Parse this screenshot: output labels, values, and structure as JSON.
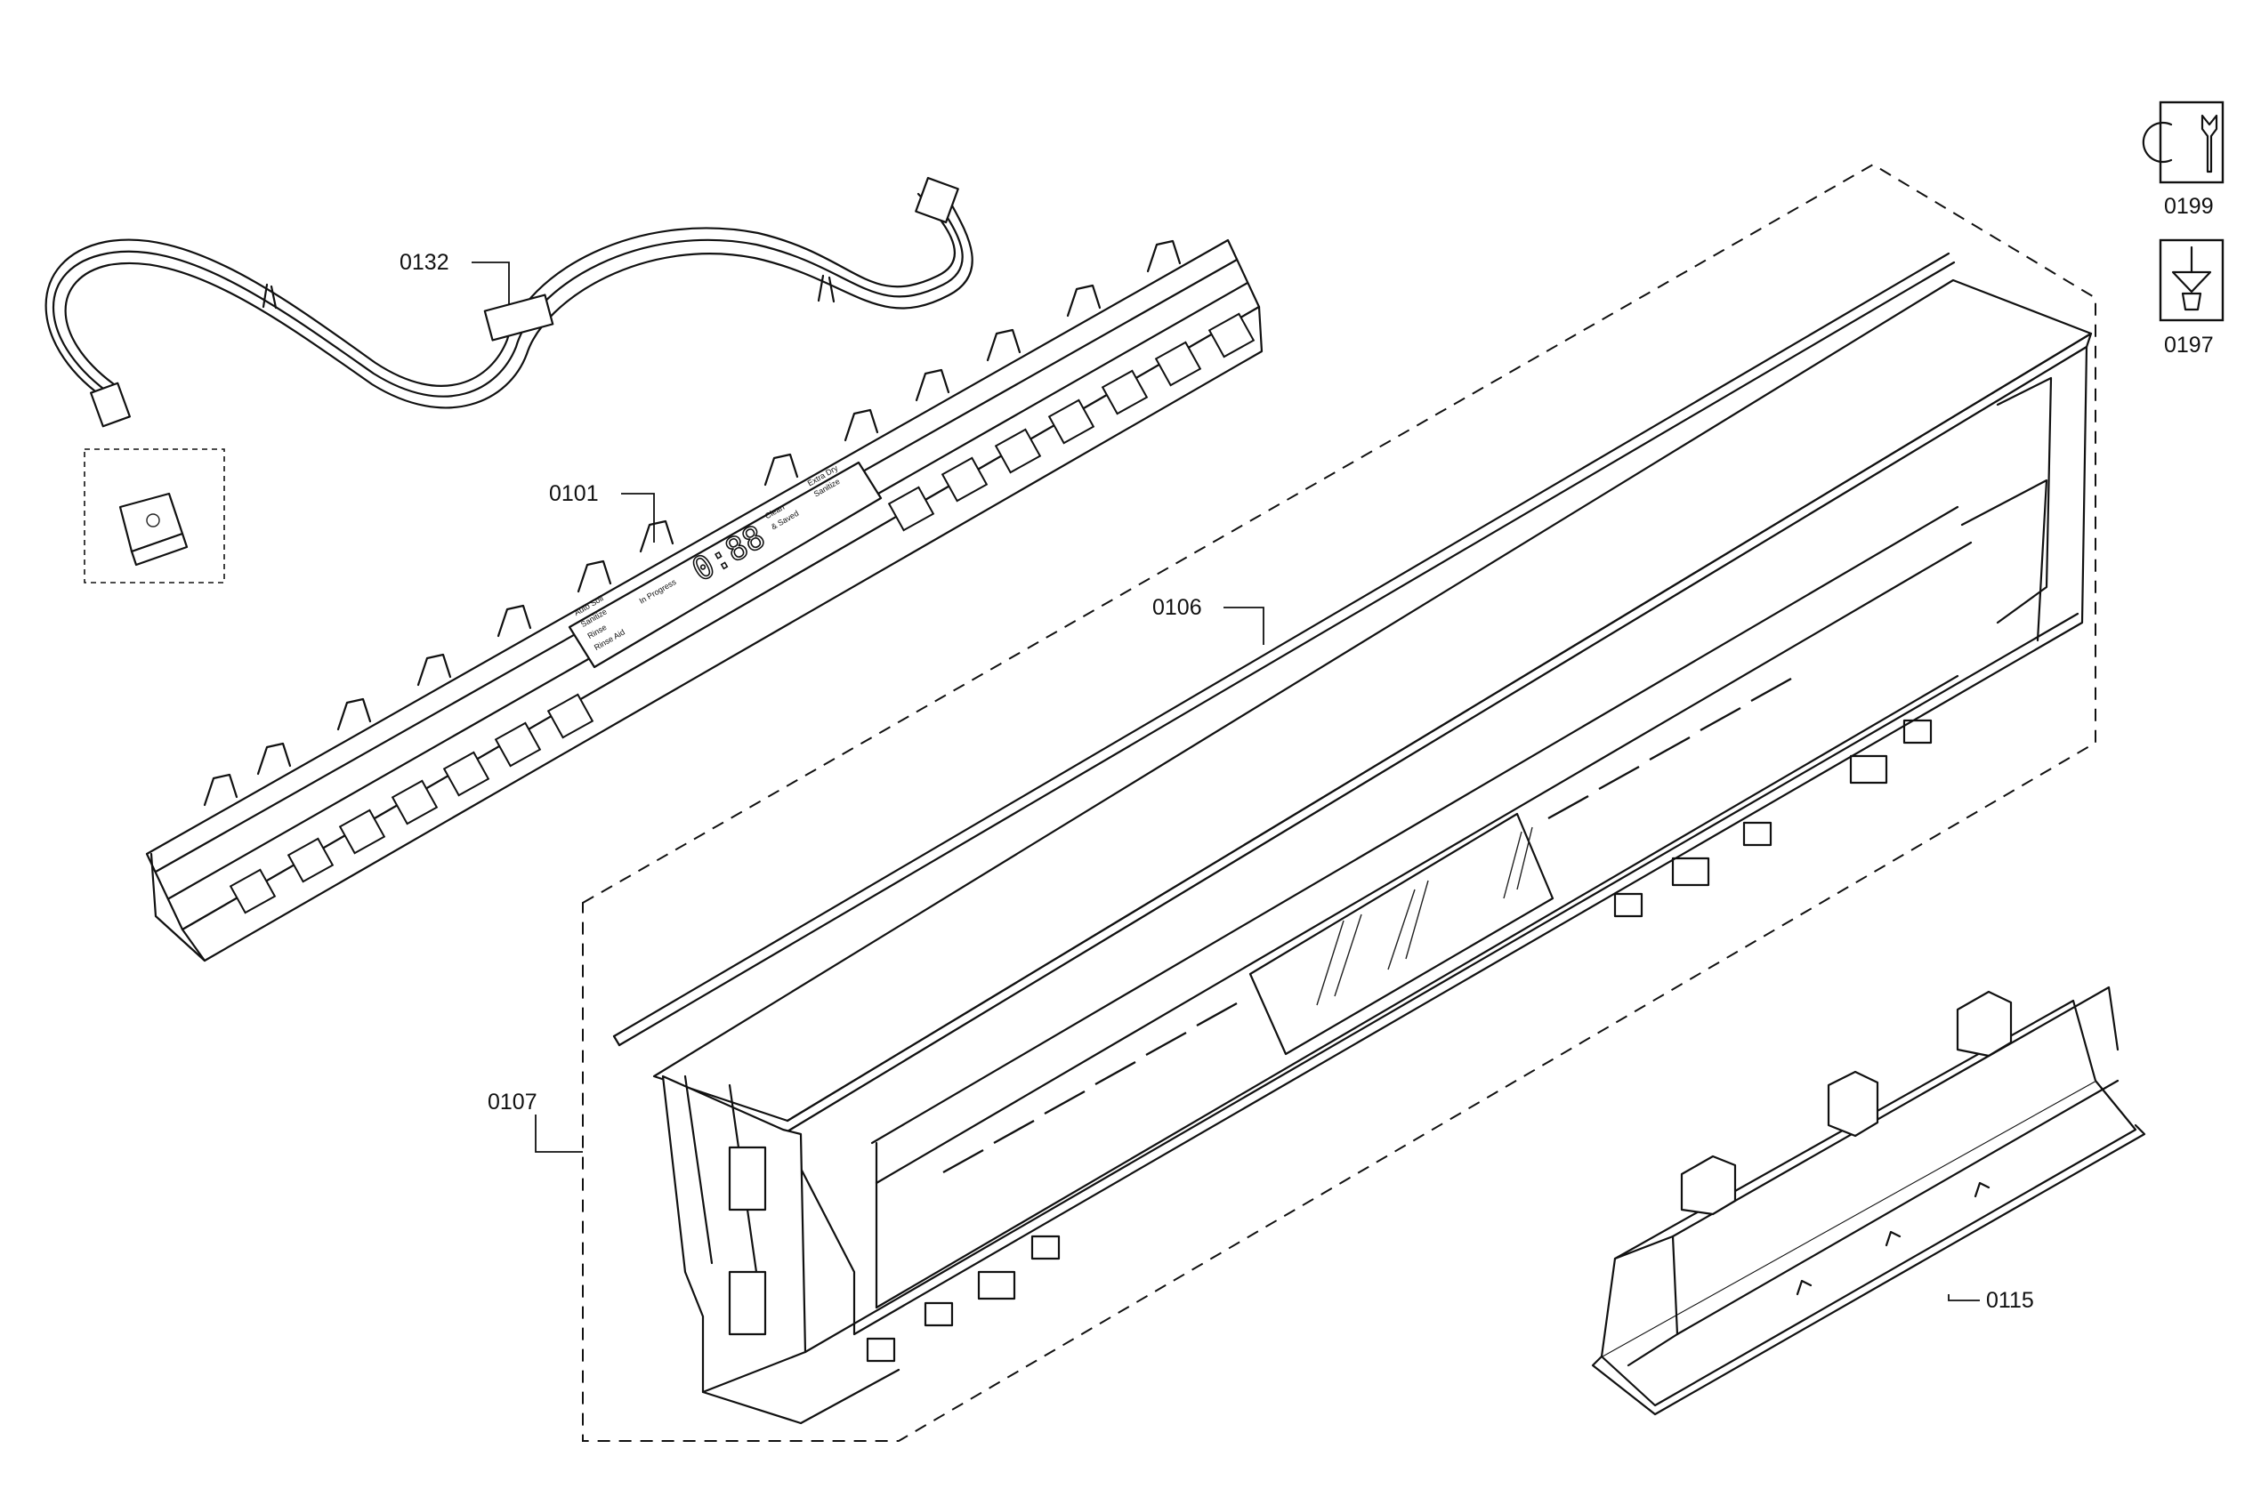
{
  "callouts": {
    "p0132": "0132",
    "p0101": "0101",
    "p0106": "0106",
    "p0107": "0107",
    "p0115": "0115",
    "p0199": "0199",
    "p0197": "0197"
  },
  "panel_labels": {
    "options_1": "Auto Soil",
    "options_2": "Sanitize",
    "options_3": "Rinse",
    "options_4": "Rinse Aid",
    "in_progress": "In Progress",
    "display": "0:88",
    "clean_1": "Clean",
    "clean_2": "& Saved",
    "extra_dry_1": "Extra Dry",
    "extra_dry_2": "Sanitize"
  },
  "icons": {
    "tool_icon_0199": "wrench-tool-icon",
    "tool_icon_0197": "screwdriver-tool-icon"
  }
}
